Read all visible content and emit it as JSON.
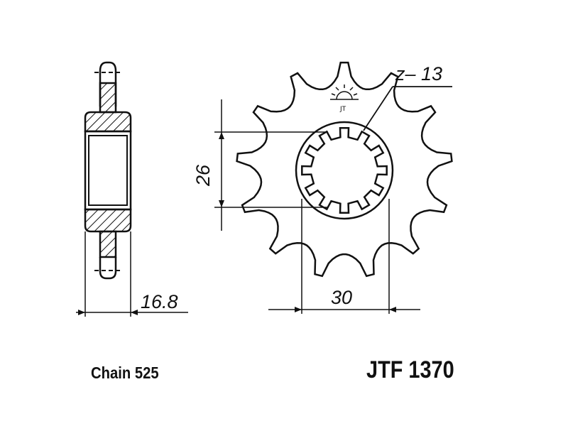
{
  "drawing": {
    "teeth_label": "z– 13",
    "teeth_count": 13,
    "dim_width": "16.8",
    "dim_spline_inner": "26",
    "dim_spline_outer": "30",
    "logo_mark": "JT sun logo"
  },
  "footer": {
    "chain": "Chain 525",
    "part_number": "JTF 1370"
  }
}
